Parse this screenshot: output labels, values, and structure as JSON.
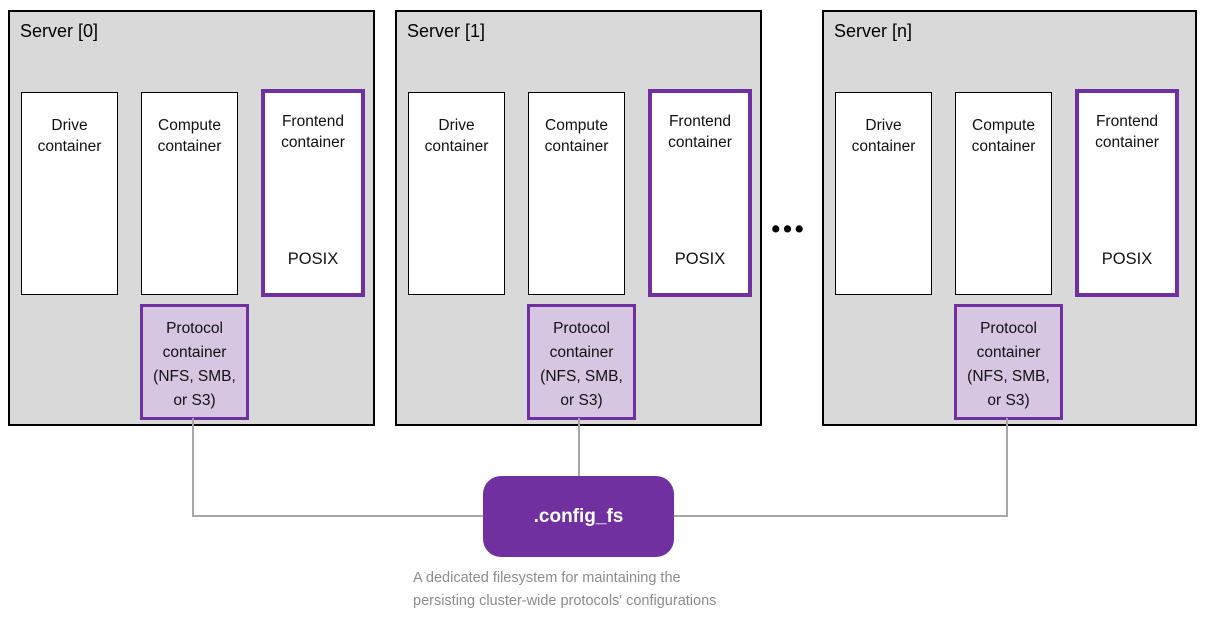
{
  "colors": {
    "accent": "#7030A0",
    "protocol-fill": "#D6C6E1",
    "server-fill": "#D9D9D9",
    "container-fill": "#FFFFFF",
    "line-gray": "#A6A6A6",
    "caption-gray": "#8C8C8C",
    "text-black": "#111111"
  },
  "servers": [
    {
      "title": "Server [0]",
      "drive_label": "Drive\ncontainer",
      "compute_label": "Compute\ncontainer",
      "frontend_label": "Frontend\ncontainer",
      "frontend_api": "POSIX",
      "protocol_label": "Protocol\ncontainer\n(NFS, SMB,\nor S3)"
    },
    {
      "title": "Server [1]",
      "drive_label": "Drive\ncontainer",
      "compute_label": "Compute\ncontainer",
      "frontend_label": "Frontend\ncontainer",
      "frontend_api": "POSIX",
      "protocol_label": "Protocol\ncontainer\n(NFS, SMB,\nor S3)"
    },
    {
      "title": "Server [n]",
      "drive_label": "Drive\ncontainer",
      "compute_label": "Compute\ncontainer",
      "frontend_label": "Frontend\ncontainer",
      "frontend_api": "POSIX",
      "protocol_label": "Protocol\ncontainer\n(NFS, SMB,\nor S3)"
    }
  ],
  "ellipsis": "•••",
  "config_fs": {
    "label": ".config_fs",
    "caption": "A dedicated filesystem for maintaining the\npersisting cluster-wide protocols' configurations"
  }
}
